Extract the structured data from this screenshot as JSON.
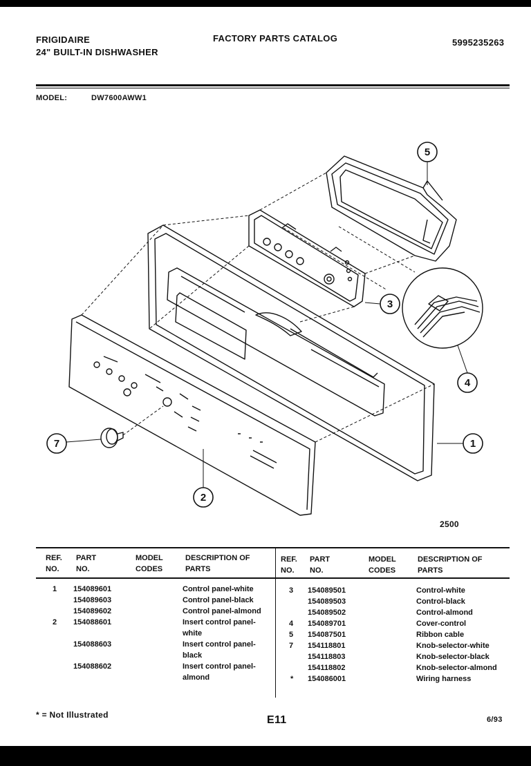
{
  "header": {
    "brand": "FRIGIDAIRE",
    "product": "24\" BUILT-IN DISHWASHER",
    "catalog_title": "FACTORY PARTS CATALOG",
    "catalog_number": "5995235263",
    "model_label": "MODEL:",
    "model_value": "DW7600AWW1"
  },
  "diagram": {
    "callouts": [
      "1",
      "2",
      "3",
      "4",
      "5",
      "7"
    ],
    "figure_number": "2500"
  },
  "table": {
    "headers": {
      "ref_no": "REF. NO.",
      "part_no": "PART NO.",
      "model_codes": "MODEL CODES",
      "description": "DESCRIPTION OF PARTS"
    },
    "left_rows": [
      {
        "ref": "1",
        "part": "154089601",
        "desc": "Control panel-white"
      },
      {
        "ref": "",
        "part": "154089603",
        "desc": "Control panel-black"
      },
      {
        "ref": "",
        "part": "154089602",
        "desc": "Control panel-almond"
      },
      {
        "ref": "2",
        "part": "154088601",
        "desc": "Insert control panel-white"
      },
      {
        "ref": "",
        "part": "154088603",
        "desc": "Insert control panel-black"
      },
      {
        "ref": "",
        "part": "154088602",
        "desc": "Insert control panel-almond"
      }
    ],
    "right_rows": [
      {
        "ref": "3",
        "part": "154089501",
        "desc": "Control-white"
      },
      {
        "ref": "",
        "part": "154089503",
        "desc": "Control-black"
      },
      {
        "ref": "",
        "part": "154089502",
        "desc": "Control-almond"
      },
      {
        "ref": "4",
        "part": "154089701",
        "desc": "Cover-control"
      },
      {
        "ref": "5",
        "part": "154087501",
        "desc": "Ribbon cable"
      },
      {
        "ref": "7",
        "part": "154118801",
        "desc": "Knob-selector-white"
      },
      {
        "ref": "",
        "part": "154118803",
        "desc": "Knob-selector-black"
      },
      {
        "ref": "",
        "part": "154118802",
        "desc": "Knob-selector-almond"
      },
      {
        "ref": "*",
        "part": "154086001",
        "desc": "Wiring harness"
      }
    ]
  },
  "footer": {
    "note": "* = Not Illustrated",
    "page": "E11",
    "date": "6/93"
  }
}
